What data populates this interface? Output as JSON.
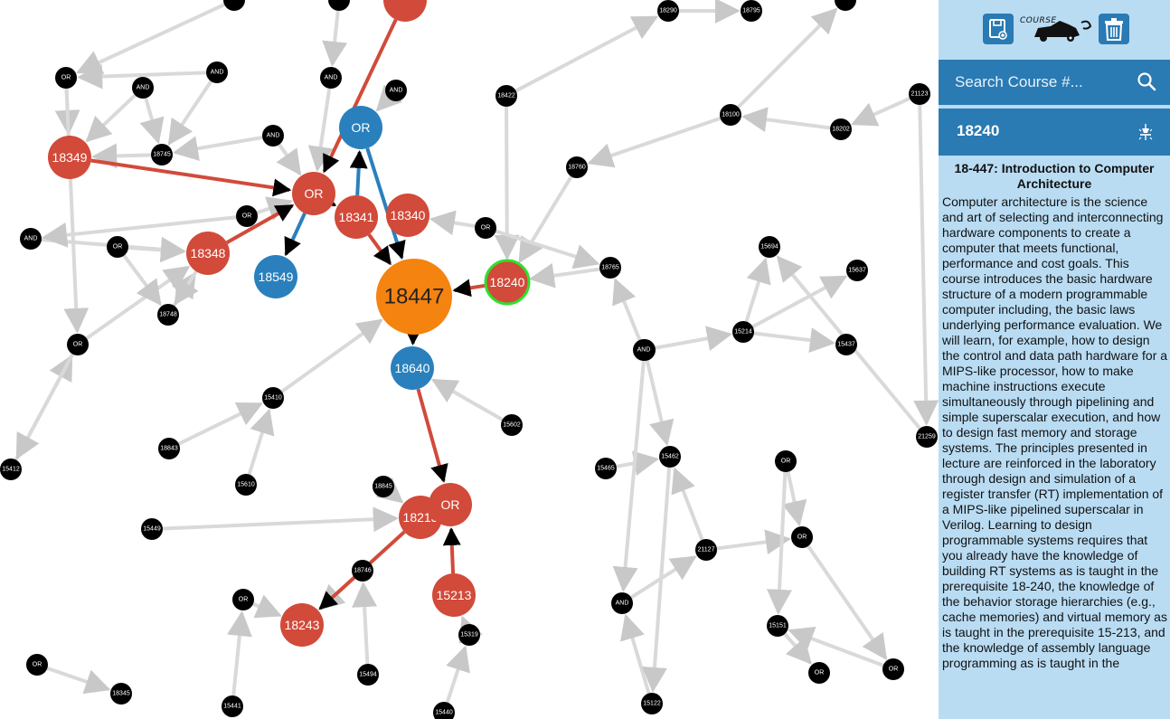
{
  "colors": {
    "prereq_red": "#d24a3a",
    "coreq_blue": "#2a80bd",
    "selected_orange": "#f5830f",
    "default_black": "#000000",
    "highlight_green": "#2ee02e",
    "sidebar_bg": "#b9dcf3",
    "sidebar_bar": "#2a7ab3"
  },
  "sidebar": {
    "logo_text": "COURSE",
    "save_icon": "save-export-icon",
    "logo_icon": "car-logo-icon",
    "trash_icon": "trash-icon",
    "search_placeholder": "Search Course #...",
    "search_icon": "magnifier-icon",
    "selected_course": "18240",
    "pin_icon": "pin-icon",
    "course_title": "18-447: Introduction to Computer Architecture",
    "course_description": "Computer architecture is the science and art of selecting and interconnecting hardware components to create a computer that meets functional, performance and cost goals. This course introduces the basic hardware structure of a modern programmable computer including, the basic laws underlying performance evaluation. We will learn, for example, how to design the control and data path hardware for a MIPS-like processor, how to make machine instructions execute simultaneously through pipelining and simple superscalar execution, and how to design fast memory and storage systems. The principles presented in lecture are reinforced in the laboratory through design and simulation of a register transfer (RT) implementation of a MIPS-like pipelined superscalar in Verilog. Learning to design programmable systems requires that you already have the knowledge of building RT systems as is taught in the prerequisite 18-240, the knowledge of the behavior storage hierarchies (e.g., cache memories) and virtual memory as is taught in the prerequisite 15-213, and the knowledge of assembly language programming as is taught in the"
  },
  "graph": {
    "nodes": [
      {
        "label": "18447",
        "kind": "selected"
      },
      {
        "label": "18240",
        "kind": "red",
        "outline": true
      },
      {
        "label": "OR",
        "kind": "blue"
      },
      {
        "label": "OR",
        "kind": "red"
      },
      {
        "label": "18341",
        "kind": "red"
      },
      {
        "label": "18340",
        "kind": "red"
      },
      {
        "label": "18349",
        "kind": "red"
      },
      {
        "label": "18348",
        "kind": "red"
      },
      {
        "label": "18549",
        "kind": "blue"
      },
      {
        "label": "18640",
        "kind": "blue"
      },
      {
        "label": "18213",
        "kind": "red"
      },
      {
        "label": "OR",
        "kind": "red"
      },
      {
        "label": "15213",
        "kind": "red"
      },
      {
        "label": "18243",
        "kind": "red"
      },
      {
        "label": "OR",
        "kind": "black"
      },
      {
        "label": "AND",
        "kind": "black"
      },
      {
        "label": "AND",
        "kind": "black"
      },
      {
        "label": "AND",
        "kind": "black"
      },
      {
        "label": "AND",
        "kind": "black"
      },
      {
        "label": "AND",
        "kind": "black"
      },
      {
        "label": "18745",
        "kind": "black"
      },
      {
        "label": "OR",
        "kind": "black"
      },
      {
        "label": "AND",
        "kind": "black"
      },
      {
        "label": "OR",
        "kind": "black"
      },
      {
        "label": "OR",
        "kind": "black"
      },
      {
        "label": "18748",
        "kind": "black"
      },
      {
        "label": "OR",
        "kind": "black"
      },
      {
        "label": "18422",
        "kind": "black"
      },
      {
        "label": "18760",
        "kind": "black"
      },
      {
        "label": "OR",
        "kind": "black"
      },
      {
        "label": "18765",
        "kind": "black"
      },
      {
        "label": "18290",
        "kind": "black"
      },
      {
        "label": "18795",
        "kind": "black"
      },
      {
        "label": "18100",
        "kind": "black"
      },
      {
        "label": "18202",
        "kind": "black"
      },
      {
        "label": "21123",
        "kind": "black"
      },
      {
        "label": "15694",
        "kind": "black"
      },
      {
        "label": "15637",
        "kind": "black"
      },
      {
        "label": "15214",
        "kind": "black"
      },
      {
        "label": "15437",
        "kind": "black"
      },
      {
        "label": "AND",
        "kind": "black"
      },
      {
        "label": "15410",
        "kind": "black"
      },
      {
        "label": "18843",
        "kind": "black"
      },
      {
        "label": "15412",
        "kind": "black"
      },
      {
        "label": "15610",
        "kind": "black"
      },
      {
        "label": "15602",
        "kind": "black"
      },
      {
        "label": "15462",
        "kind": "black"
      },
      {
        "label": "15465",
        "kind": "black"
      },
      {
        "label": "OR",
        "kind": "black"
      },
      {
        "label": "21259",
        "kind": "black"
      },
      {
        "label": "18845",
        "kind": "black"
      },
      {
        "label": "15449",
        "kind": "black"
      },
      {
        "label": "OR",
        "kind": "black"
      },
      {
        "label": "21127",
        "kind": "black"
      },
      {
        "label": "18746",
        "kind": "black"
      },
      {
        "label": "OR",
        "kind": "black"
      },
      {
        "label": "AND",
        "kind": "black"
      },
      {
        "label": "15151",
        "kind": "black"
      },
      {
        "label": "15319",
        "kind": "black"
      },
      {
        "label": "OR",
        "kind": "black"
      },
      {
        "label": "OR",
        "kind": "black"
      },
      {
        "label": "OR",
        "kind": "black"
      },
      {
        "label": "18345",
        "kind": "black"
      },
      {
        "label": "15494",
        "kind": "black"
      },
      {
        "label": "15441",
        "kind": "black"
      },
      {
        "label": "15440",
        "kind": "black"
      },
      {
        "label": "15122",
        "kind": "black"
      },
      {
        "label": "",
        "kind": "black"
      },
      {
        "label": "",
        "kind": "black"
      },
      {
        "label": "",
        "kind": "red"
      },
      {
        "label": "",
        "kind": "black"
      }
    ],
    "edges_red": [
      [
        6,
        3
      ],
      [
        7,
        3
      ],
      [
        3,
        4
      ],
      [
        4,
        0
      ],
      [
        1,
        0
      ],
      [
        9,
        11
      ],
      [
        11,
        10
      ],
      [
        10,
        13
      ],
      [
        12,
        11
      ],
      [
        69,
        3
      ]
    ],
    "edges_blue": [
      [
        3,
        8
      ],
      [
        2,
        0
      ],
      [
        0,
        9
      ],
      [
        4,
        2
      ]
    ]
  }
}
